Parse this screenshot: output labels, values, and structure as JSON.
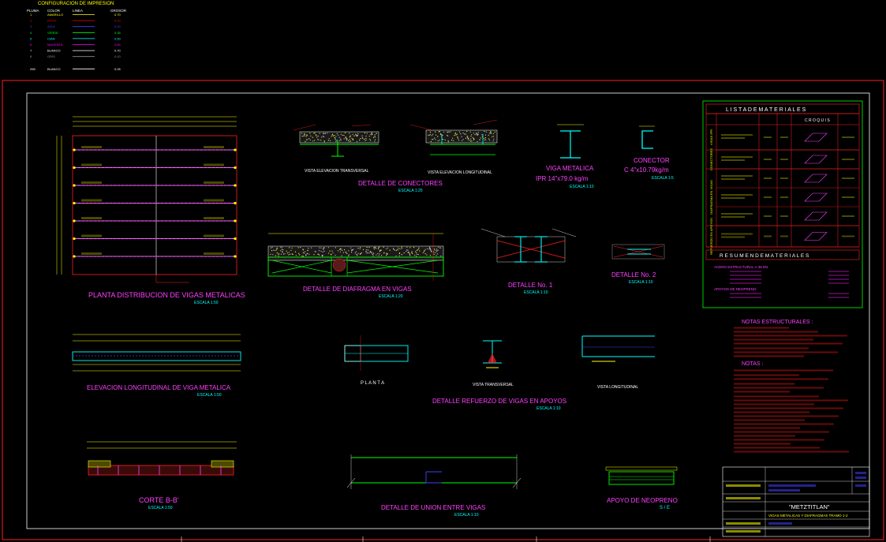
{
  "print_config": {
    "title": "CONFIGURACION DE IMPRESION",
    "headers": [
      "PLUMA",
      "COLOR",
      "LINEA",
      "GROSOR"
    ],
    "rows": [
      {
        "pen": "1",
        "color": "AMARILLO",
        "weight": "0.70",
        "hex": "#ffff00"
      },
      {
        "pen": "2",
        "color": "ROJO",
        "weight": "0.10",
        "hex": "#ff0000"
      },
      {
        "pen": "3",
        "color": "AZUL",
        "weight": "0.20",
        "hex": "#4040ff"
      },
      {
        "pen": "4",
        "color": "VERDE",
        "weight": "0.35",
        "hex": "#00ff00"
      },
      {
        "pen": "5",
        "color": "CIAN",
        "weight": "0.50",
        "hex": "#00ffff"
      },
      {
        "pen": "6",
        "color": "MAGENTA",
        "weight": "0.60",
        "hex": "#ff00ff"
      },
      {
        "pen": "7",
        "color": "BLANCO",
        "weight": "0.70",
        "hex": "#ffffff"
      },
      {
        "pen": "8",
        "color": "GRIS",
        "weight": "0.10",
        "hex": "#8c8c8c"
      },
      {
        "pen": "256",
        "color": "BLANCO",
        "weight": "0.05",
        "hex": "#ffffff"
      }
    ]
  },
  "drawings": {
    "planta": {
      "title": "PLANTA DISTRIBUCION DE VIGAS METALICAS",
      "scale": "ESCALA 1:50"
    },
    "conectores": {
      "title": "DETALLE DE CONECTORES",
      "scale": "ESCALA 1:20",
      "view1": "VISTA ELEVACION TRANSVERSAL",
      "view2": "VISTA ELEVACION LONGITUDINAL"
    },
    "viga": {
      "title": "VIGA METALICA",
      "subtitle": "IPR 14\"x79.0 kg/m",
      "scale": "ESCALA 1:10"
    },
    "conector": {
      "title": "CONECTOR",
      "subtitle": "C 4\"x10.79kg/m",
      "scale": "ESCALA 1:5"
    },
    "diafragma": {
      "title": "DETALLE DE DIAFRAGMA EN VIGAS",
      "scale": "ESCALA 1:20"
    },
    "detalle1": {
      "title": "DETALLE No. 1",
      "scale": "ESCALA 1:10"
    },
    "detalle2": {
      "title": "DETALLE No. 2",
      "scale": "ESCALA 1:10"
    },
    "elevacion": {
      "title": "ELEVACION LONGITUDINAL DE VIGA METALICA",
      "scale": "ESCALA 1:50"
    },
    "refuerzo": {
      "title": "DETALLE REFUERZO DE VIGAS EN APOYOS",
      "scale": "ESCALA 1:10",
      "view_planta": "P L A N T A",
      "view_transversal": "VISTA TRANSVERSAL",
      "view_longitudinal": "VISTA LONGITUDINAL"
    },
    "corte": {
      "title": "CORTE B-B'",
      "scale": "ESCALA 1:50"
    },
    "union": {
      "title": "DETALLE DE UNION ENTRE VIGAS",
      "scale": "ESCALA 1:10"
    },
    "neopreno": {
      "title": "APOYO DE NEOPRENO",
      "scale": "S / E"
    }
  },
  "materials": {
    "title": "L I S T A   D E   M A T E R I A L E S",
    "col_croquis": "C R O Q U I S",
    "groups": [
      "VIGAS IPR",
      "CONECTORES",
      "DIAFRAGMA EN VIGAS",
      "REFUERZO EN APOYOS"
    ],
    "summary_title": "R E S U M E N   D E   M A T E R I A L E S",
    "summary_steel": "ACERO ESTRUCTURAL A-36 EN",
    "summary_neoprene": "APOYOS DE NEOPRENO"
  },
  "notes": {
    "title1": "NOTAS ESTRUCTURALES :",
    "title2": "NOTAS :"
  },
  "title_block": {
    "project_name": "\"METZTITLAN\"",
    "sheet_title": "VIGAS METALICAS Y DIAFRAGMAS TRAMO 1-2"
  }
}
